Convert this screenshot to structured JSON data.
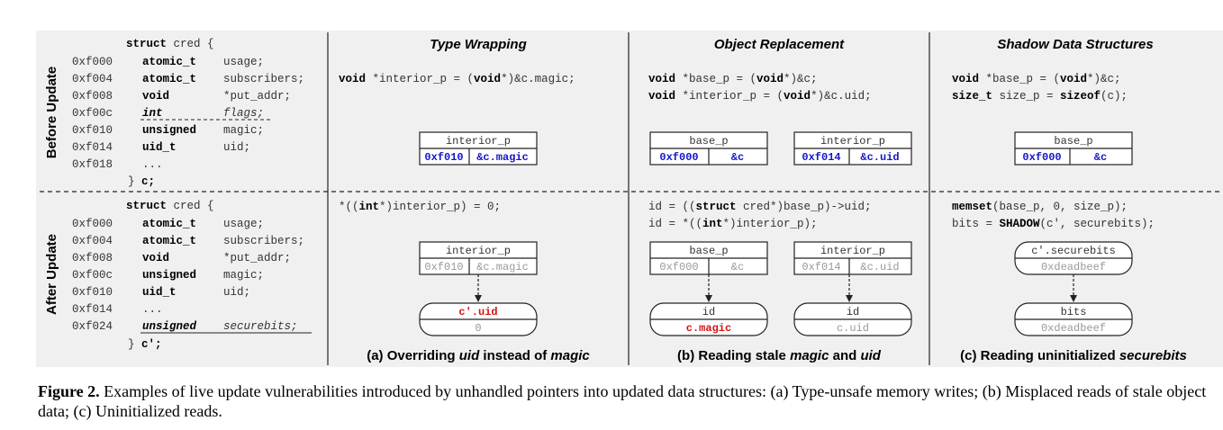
{
  "sections": {
    "before": "Before Update",
    "after": "After Update"
  },
  "columns": {
    "type_wrapping": "Type Wrapping",
    "object_replacement": "Object Replacement",
    "shadow": "Shadow Data Structures"
  },
  "struct_before": {
    "header_kw": "struct",
    "header_name": "cred {",
    "rows": [
      {
        "addr": "0xf000",
        "type": "atomic_t",
        "field": "usage;"
      },
      {
        "addr": "0xf004",
        "type": "atomic_t",
        "field": "subscribers;"
      },
      {
        "addr": "0xf008",
        "type": "void",
        "field": "*put_addr;"
      },
      {
        "addr": "0xf00c",
        "type": "int",
        "field": "flags;"
      },
      {
        "addr": "0xf010",
        "type": "unsigned",
        "field": "magic;"
      },
      {
        "addr": "0xf014",
        "type": "uid_t",
        "field": "uid;"
      },
      {
        "addr": "0xf018",
        "type": "...",
        "field": ""
      }
    ],
    "footer_brace": "}",
    "footer_name": "c;"
  },
  "struct_after": {
    "header_kw": "struct",
    "header_name": "cred {",
    "rows": [
      {
        "addr": "0xf000",
        "type": "atomic_t",
        "field": "usage;"
      },
      {
        "addr": "0xf004",
        "type": "atomic_t",
        "field": "subscribers;"
      },
      {
        "addr": "0xf008",
        "type": "void",
        "field": "*put_addr;"
      },
      {
        "addr": "0xf00c",
        "type": "unsigned",
        "field": "magic;"
      },
      {
        "addr": "0xf010",
        "type": "uid_t",
        "field": "uid;"
      },
      {
        "addr": "0xf014",
        "type": "...",
        "field": ""
      },
      {
        "addr": "0xf024",
        "type": "unsigned",
        "field": "securebits;"
      }
    ],
    "footer_brace": "}",
    "footer_name": "c';"
  },
  "type_wrapping": {
    "before_code": {
      "kw1": "void",
      "t1": " *interior_p = (",
      "kw2": "void",
      "t2": "*)&c.magic;"
    },
    "before_box": {
      "title": "interior_p",
      "left": "0xf010",
      "right": "&c.magic"
    },
    "after_code": {
      "t1": "*((",
      "kw": "int",
      "t2": "*)interior_p) = 0;"
    },
    "after_box": {
      "title": "interior_p",
      "left": "0xf010",
      "right": "&c.magic"
    },
    "target": {
      "title": "c'.uid",
      "value": "0"
    },
    "caption": {
      "a": "(a) Overriding ",
      "b": "uid",
      "c": " instead of ",
      "d": "magic"
    }
  },
  "object_replacement": {
    "before_code1": {
      "kw1": "void",
      "t1": " *base_p = (",
      "kw2": "void",
      "t2": "*)&c;"
    },
    "before_code2": {
      "kw1": "void",
      "t1": " *interior_p = (",
      "kw2": "void",
      "t2": "*)&c.uid;"
    },
    "before_box1": {
      "title": "base_p",
      "left": "0xf000",
      "right": "&c"
    },
    "before_box2": {
      "title": "interior_p",
      "left": "0xf014",
      "right": "&c.uid"
    },
    "after_code1": {
      "t1": "id = ((",
      "kw": "struct",
      "t2": " cred*)base_p)->uid;"
    },
    "after_code2": {
      "t1": "id = *((",
      "kw": "int",
      "t2": "*)interior_p);"
    },
    "after_box1": {
      "title": "base_p",
      "left": "0xf000",
      "right": "&c"
    },
    "after_box2": {
      "title": "interior_p",
      "left": "0xf014",
      "right": "&c.uid"
    },
    "target1": {
      "title": "id",
      "value": "c.magic"
    },
    "target2": {
      "title": "id",
      "value": "c.uid"
    },
    "caption": {
      "a": "(b) Reading stale ",
      "b": "magic",
      "c": " and ",
      "d": "uid"
    }
  },
  "shadow": {
    "before_code1": {
      "kw1": "void",
      "t1": " *base_p = (",
      "kw2": "void",
      "t2": "*)&c;"
    },
    "before_code2": {
      "kw1": "size_t",
      "t1": " size_p = ",
      "kw2": "sizeof",
      "t2": "(c);"
    },
    "before_box": {
      "title": "base_p",
      "left": "0xf000",
      "right": "&c"
    },
    "after_code1": {
      "kw": "memset",
      "t": "(base_p, 0, size_p);"
    },
    "after_code2": {
      "t1": "bits = ",
      "kw": "SHADOW",
      "t2": "(c', securebits);"
    },
    "source": {
      "title": "c'.securebits",
      "value": "0xdeadbeef"
    },
    "target": {
      "title": "bits",
      "value": "0xdeadbeef"
    },
    "caption": {
      "a": "(c) Reading uninitialized ",
      "b": "securebits"
    }
  },
  "figure_caption": {
    "label": "Figure 2.",
    "text": " Examples of live update vulnerabilities introduced by unhandled pointers into updated data structures: (a) Type-unsafe memory writes; (b) Misplaced reads of stale object data; (c) Uninitialized reads."
  }
}
